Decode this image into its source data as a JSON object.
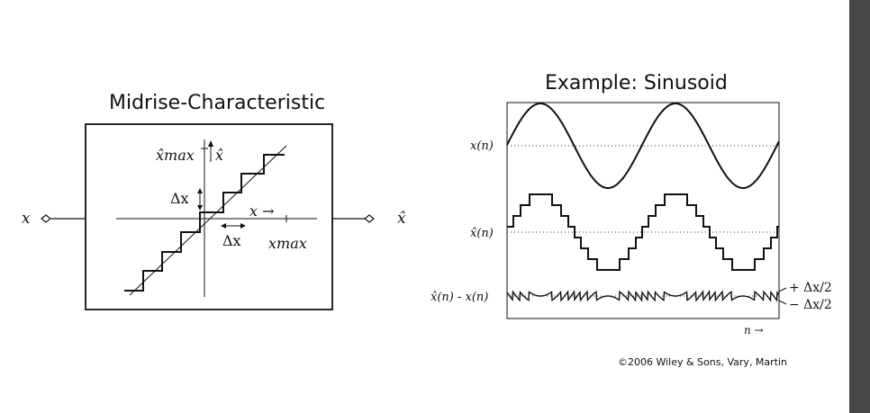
{
  "left_panel": {
    "title": "Midrise-Characteristic",
    "input_label": "x",
    "output_label": "x̂",
    "labels": {
      "xhat_max": "x̂max",
      "xhat_axis": "x̂",
      "delta_x_vertical": "Δx",
      "x_axis_arrow": "x →",
      "delta_x_horizontal": "Δx",
      "x_max": "xmax"
    }
  },
  "right_panel": {
    "title": "Example:  Sinusoid",
    "row_labels": {
      "signal": "x(n)",
      "quantized": "x̂(n)",
      "error": "x̂(n) - x(n)"
    },
    "error_bounds": {
      "upper": "+ Δx/2",
      "lower": "− Δx/2"
    },
    "axis_label": "n →"
  },
  "copyright": "©2006 Wiley & Sons, Vary, Martin",
  "colors": {
    "ink": "#111111",
    "scrollbar": "#474747"
  }
}
